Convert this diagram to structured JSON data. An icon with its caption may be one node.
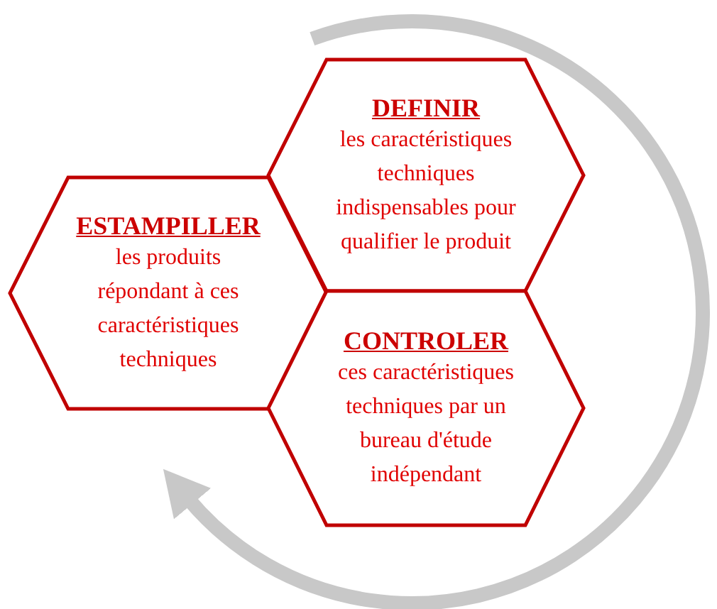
{
  "diagram": {
    "nodes": [
      {
        "text": [
          "DEFINIR",
          "les caractéristiques techniques indispensables pour qualifier le produit"
        ]
      },
      {
        "text": [
          "ESTAMPILLER",
          "les produits répondant à ces caractéristiques techniques"
        ]
      },
      {
        "text": [
          "CONTROLER",
          "ces caractéristiques techniques par un bureau d'étude indépendant"
        ]
      }
    ]
  }
}
